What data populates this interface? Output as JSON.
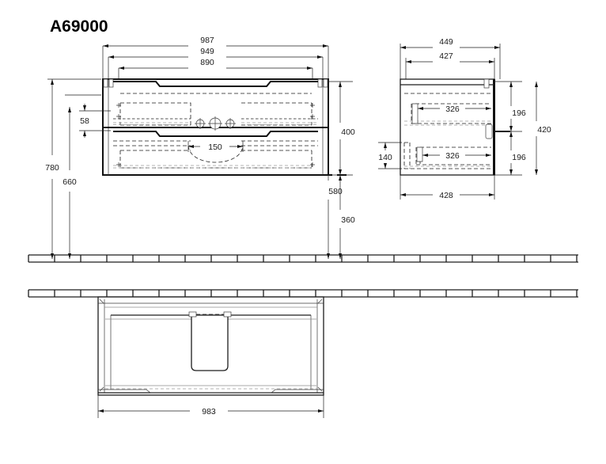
{
  "drawing": {
    "title": "A69000",
    "product": "wall-hung vanity unit, 2 drawers",
    "units": "mm",
    "line_color": "#1d1d1d",
    "text_color": "#1a1a1a",
    "background": "#ffffff"
  },
  "views": {
    "front": {
      "name": "front-elevation",
      "dimensions": {
        "overall_width": "987",
        "carcass_width": "949",
        "drawer_front_width": "890",
        "top_offset": "58",
        "waste_spacing": "150",
        "height_to_top": "780",
        "height_to_bottom": "660",
        "unit_height": "400",
        "height_above_floor_top": "580",
        "height_above_floor_bottom": "360"
      }
    },
    "side": {
      "name": "side-elevation",
      "dimensions": {
        "overall_depth": "449",
        "carcass_depth": "427",
        "drawer_depth_upper": "326",
        "drawer_depth_lower": "326",
        "upper_section": "196",
        "lower_section": "196",
        "total_height": "420",
        "lower_offset": "140",
        "base_depth": "428"
      }
    },
    "top": {
      "name": "plan-view",
      "dimensions": {
        "overall_width": "983"
      }
    }
  },
  "labels": {
    "d987": "987",
    "d949": "949",
    "d890": "890",
    "d58": "58",
    "d150": "150",
    "d780": "780",
    "d660": "660",
    "d400": "400",
    "d580": "580",
    "d360": "360",
    "d449": "449",
    "d427": "427",
    "d326a": "326",
    "d326b": "326",
    "d196a": "196",
    "d196b": "196",
    "d420": "420",
    "d140": "140",
    "d428": "428",
    "d983": "983"
  }
}
